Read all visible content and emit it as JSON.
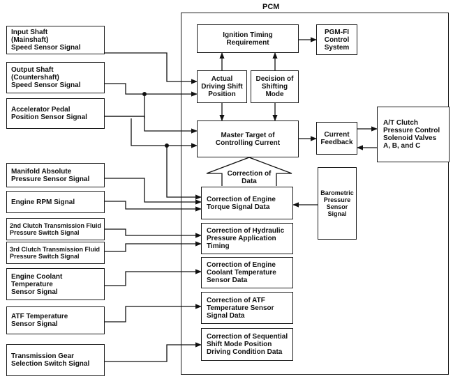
{
  "pcm_title": "PCM",
  "inputs": {
    "input_shaft": "Input Shaft\n(Mainshaft)\nSpeed Sensor Signal",
    "output_shaft": "Output Shaft\n(Countershaft)\nSpeed Sensor Signal",
    "accelerator": "Accelerator Pedal\nPosition Sensor Signal",
    "map": "Manifold Absolute\nPressure Sensor Signal",
    "engine_rpm": "Engine RPM Signal",
    "clutch2": "2nd Clutch Transmission Fluid\nPressure Switch Signal",
    "clutch3": "3rd Clutch Transmission Fluid\nPressure Switch Signal",
    "coolant": "Engine Coolant\nTemperature\nSensor Signal",
    "atf": "ATF Temperature\nSensor Signal",
    "gear_switch": "Transmission Gear\nSelection Switch Signal"
  },
  "pcm_blocks": {
    "ignition": "Ignition Timing\nRequirement",
    "pgmfi": "PGM-FI\nControl\nSystem",
    "actual_shift": "Actual\nDriving Shift\nPosition",
    "decision": "Decision of\nShifting\nMode",
    "master": "Master Target of\nControlling Current",
    "current_feedback": "Current\nFeedback",
    "correction_data": "Correction of\nData",
    "barometric": "Barometric\nPressure\nSensor\nSignal"
  },
  "corrections": {
    "c1": "Correction of Engine\nTorque Signal Data",
    "c2": "Correction of Hydraulic\nPressure Application\nTiming",
    "c3": "Correction of Engine\nCoolant Temperature\nSensor Data",
    "c4": "Correction of ATF\nTemperature Sensor\nSignal Data",
    "c5": "Correction of Sequential\nShift Mode Position\nDriving Condition Data"
  },
  "output": {
    "solenoid": "A/T Clutch\nPressure Control\nSolenoid Valves\nA, B, and C"
  }
}
